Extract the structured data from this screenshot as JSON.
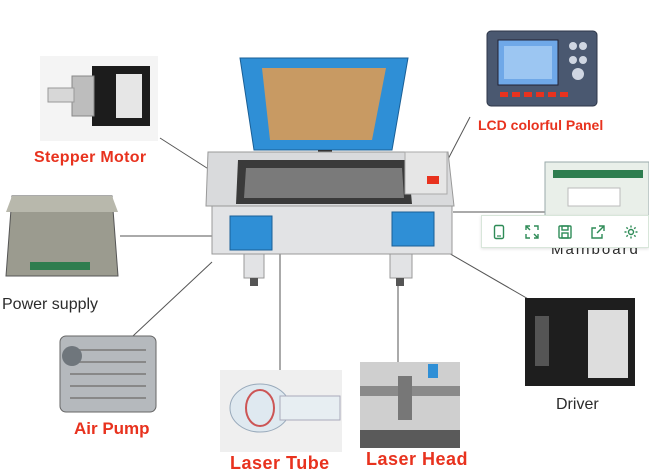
{
  "labels": {
    "stepper_motor": "Stepper Motor",
    "lcd_panel": "LCD colorful Panel",
    "mainboard": "Mainboard",
    "power_supply": "Power supply",
    "driver": "Driver",
    "air_pump": "Air Pump",
    "laser_tube": "Laser Tube",
    "laser_head": "Laser Head"
  },
  "toolbar": {
    "icons": [
      "mobile-icon",
      "fullscreen-icon",
      "save-icon",
      "share-icon",
      "settings-icon"
    ]
  },
  "colors": {
    "label_red": "#e8321e",
    "label_dark": "#2b2b2b",
    "machine_blue": "#2f8fd6",
    "machine_gray": "#d9dadc",
    "toolbar_green": "#2e8b57"
  }
}
